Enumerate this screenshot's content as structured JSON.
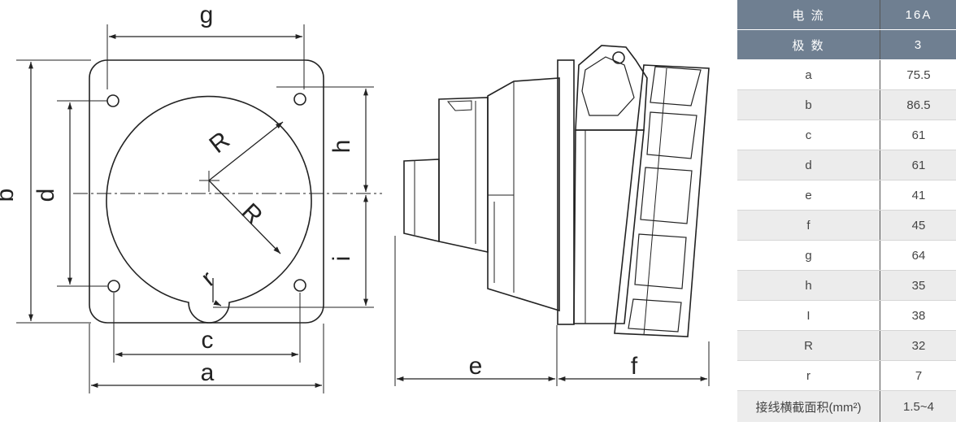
{
  "drawing": {
    "front_labels": {
      "g": "g",
      "b": "b",
      "d": "d",
      "h": "h",
      "i": "i",
      "c": "c",
      "a": "a",
      "R1": "R",
      "R2": "R",
      "r": "r"
    },
    "side_labels": {
      "e": "e",
      "f": "f"
    }
  },
  "spec_table": {
    "rows": [
      {
        "label": "电 流",
        "value": "16A",
        "style": "head"
      },
      {
        "label": "极 数",
        "value": "3",
        "style": "head"
      },
      {
        "label": "a",
        "value": "75.5",
        "style": "odd"
      },
      {
        "label": "b",
        "value": "86.5",
        "style": "even"
      },
      {
        "label": "c",
        "value": "61",
        "style": "odd"
      },
      {
        "label": "d",
        "value": "61",
        "style": "even"
      },
      {
        "label": "e",
        "value": "41",
        "style": "odd"
      },
      {
        "label": "f",
        "value": "45",
        "style": "even"
      },
      {
        "label": "g",
        "value": "64",
        "style": "odd"
      },
      {
        "label": "h",
        "value": "35",
        "style": "even"
      },
      {
        "label": "I",
        "value": "38",
        "style": "odd"
      },
      {
        "label": "R",
        "value": "32",
        "style": "even"
      },
      {
        "label": "r",
        "value": "7",
        "style": "odd"
      },
      {
        "label": "接线横截面积(mm²)",
        "value": "1.5~4",
        "style": "even"
      }
    ]
  }
}
